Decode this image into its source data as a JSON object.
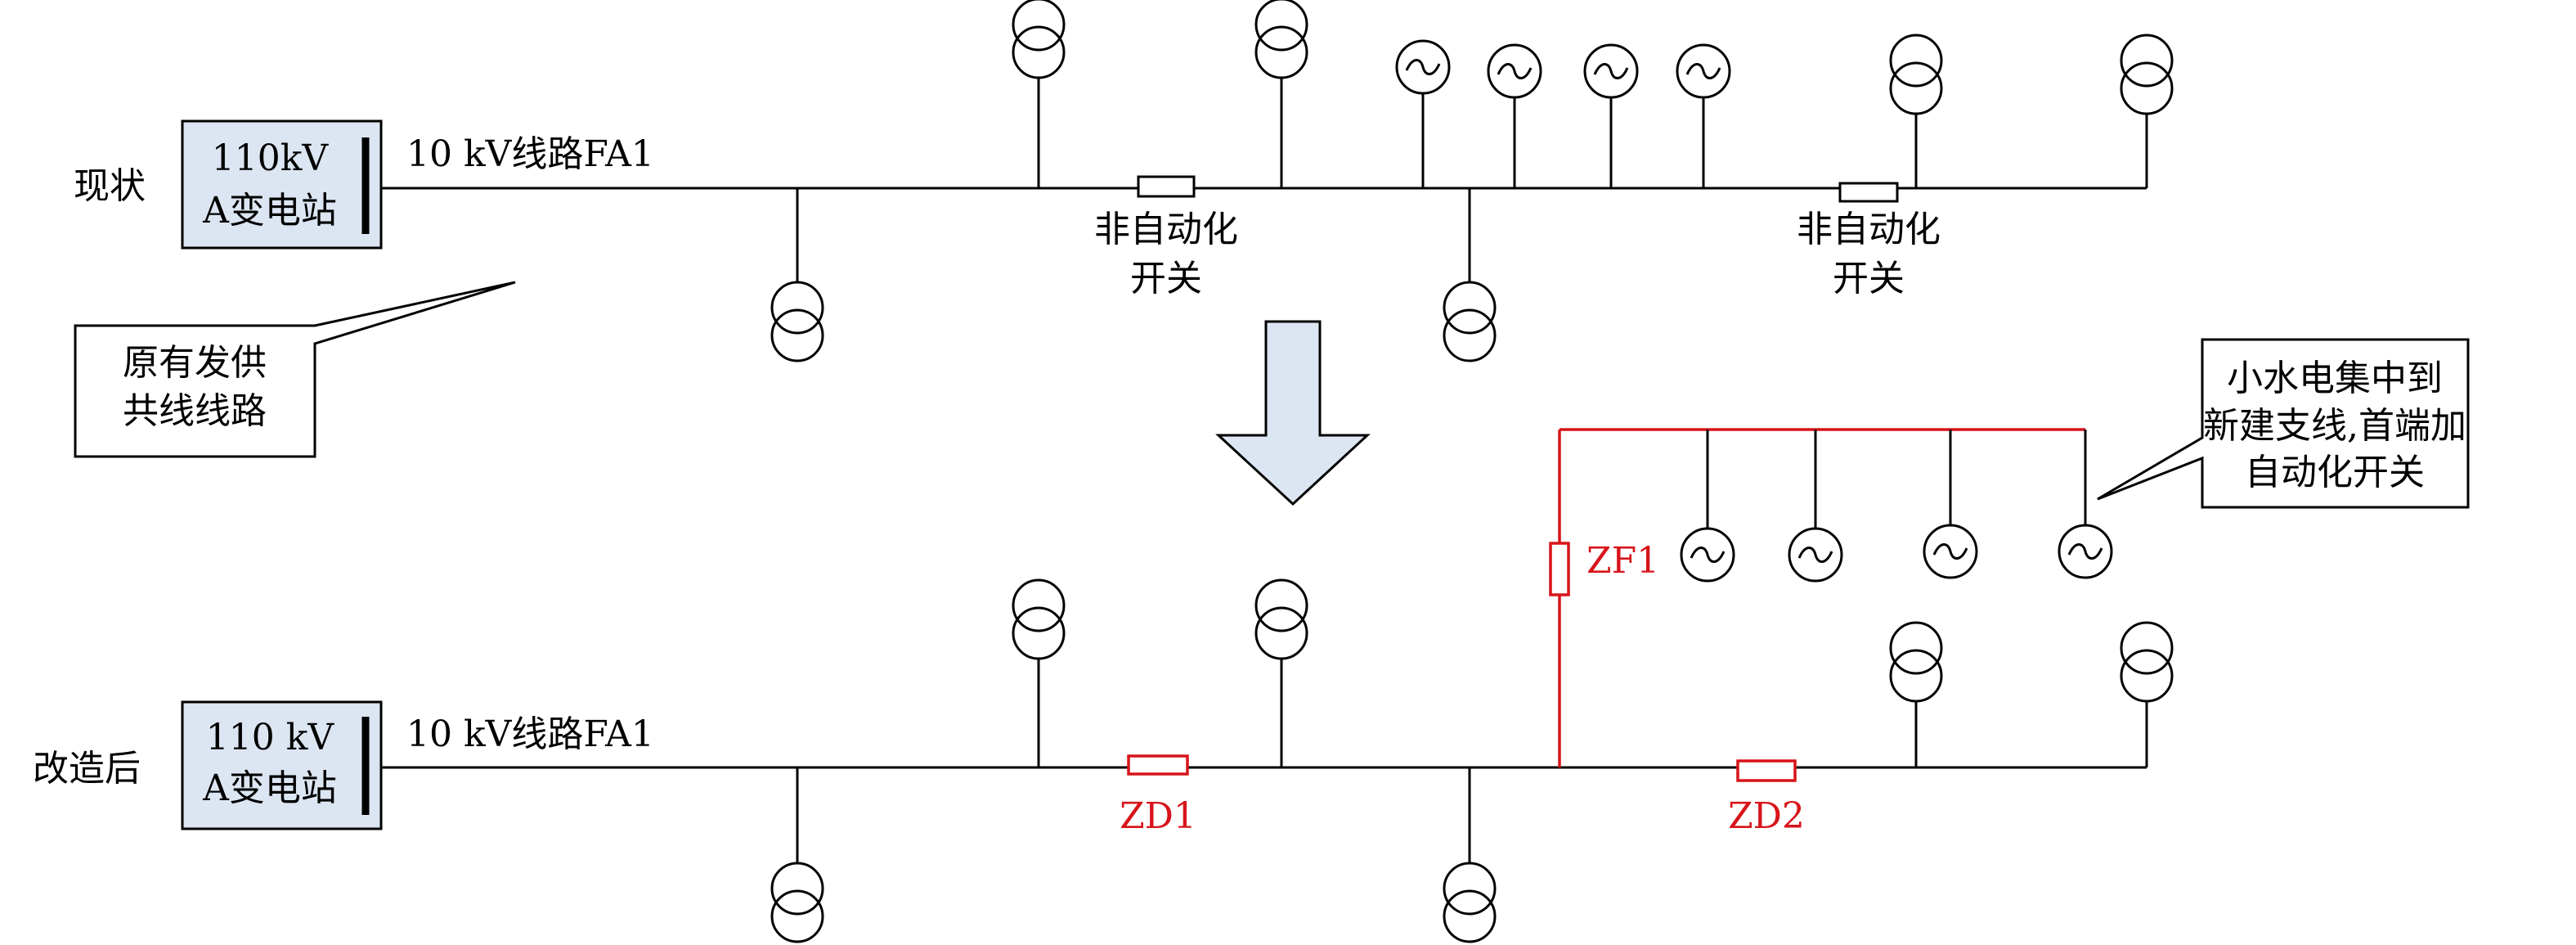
{
  "before": {
    "state_label": "现状",
    "substation": {
      "line1": "110kV",
      "line2": "A变电站"
    },
    "line_label": "10 kV线路FA1",
    "switch1": {
      "line1": "非自动化",
      "line2": "开关"
    },
    "switch2": {
      "line1": "非自动化",
      "line2": "开关"
    },
    "callout": {
      "line1": "原有发供",
      "line2": "共线线路"
    }
  },
  "after": {
    "state_label": "改造后",
    "substation": {
      "line1": "110 kV",
      "line2": "A变电站"
    },
    "line_label": "10 kV线路FA1",
    "switch_zd1": "ZD1",
    "switch_zd2": "ZD2",
    "switch_zf1": "ZF1",
    "callout": {
      "line1": "小水电集中到",
      "line2": "新建支线,首端加",
      "line3": "自动化开关"
    }
  },
  "colors": {
    "retrofit_red": "#d7141a",
    "substation_fill": "#dce6f2",
    "arrow_fill": "#dce6f2"
  },
  "icons": [
    "transformer-icon",
    "generator-icon",
    "switch-icon",
    "busbar-icon",
    "down-arrow-icon"
  ]
}
